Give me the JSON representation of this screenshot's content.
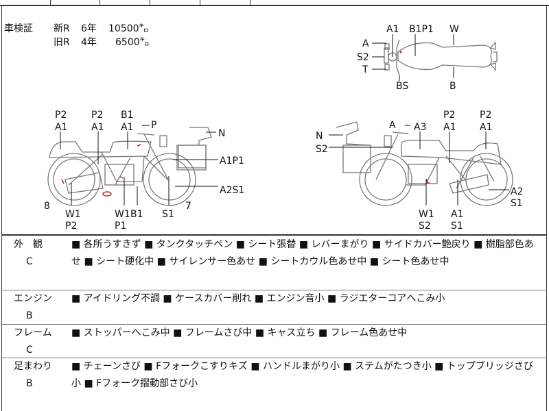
{
  "shaken": {
    "label": "車検証",
    "new_label": "新R",
    "new_years": "6年",
    "new_km": "10500㌔",
    "old_label": "旧R",
    "old_years": "4年",
    "old_km": "6500㌔"
  },
  "top_view": {
    "labels": [
      "A1",
      "B1P1",
      "W",
      "A",
      "S2",
      "T",
      "BS",
      "B"
    ]
  },
  "left_view": {
    "labels": [
      "P2",
      "A1",
      "P2",
      "A1",
      "B1",
      "A1",
      "P",
      "N",
      "A1P1",
      "A2S1",
      "8",
      "W1",
      "P2",
      "W1",
      "B1",
      "P1",
      "S1",
      "7"
    ]
  },
  "right_view": {
    "labels": [
      "A",
      "A3",
      "P2",
      "A1",
      "P2",
      "A1",
      "N",
      "S2",
      "A2",
      "S1",
      "W1",
      "S2",
      "A1",
      "S1"
    ]
  },
  "rows": [
    {
      "category": "外　観",
      "grade": "C",
      "text": "■ 各所うすきず ■ タンクタッチペン ■ シート張替 ■ レバーまがり ■ サイドカバー艶戻り ■ 樹脂部色あせ ■ シート硬化中 ■ サイレンサー色あせ ■ シートカウル色あせ中 ■ シート色あせ中"
    },
    {
      "category": "エンジン",
      "grade": "B",
      "text": "■ アイドリング不調 ■ ケースカバー削れ ■ エンジン音小 ■ ラジエターコアへこみ小"
    },
    {
      "category": "フレーム",
      "grade": "C",
      "text": "■ ストッパーへこみ中 ■ フレームさび中 ■ キャス立ち ■ フレーム色あせ中"
    },
    {
      "category": "足まわり",
      "grade": "B",
      "text": "■ チェーンさび ■ Fフォークこすりキズ ■ ハンドルまがり小 ■ ステムがたつき小 ■ トップブリッジさび小 ■ Fフォーク摺動部さび小"
    }
  ],
  "colors": {
    "damage_mark": "#dd2222",
    "line": "#777777"
  }
}
